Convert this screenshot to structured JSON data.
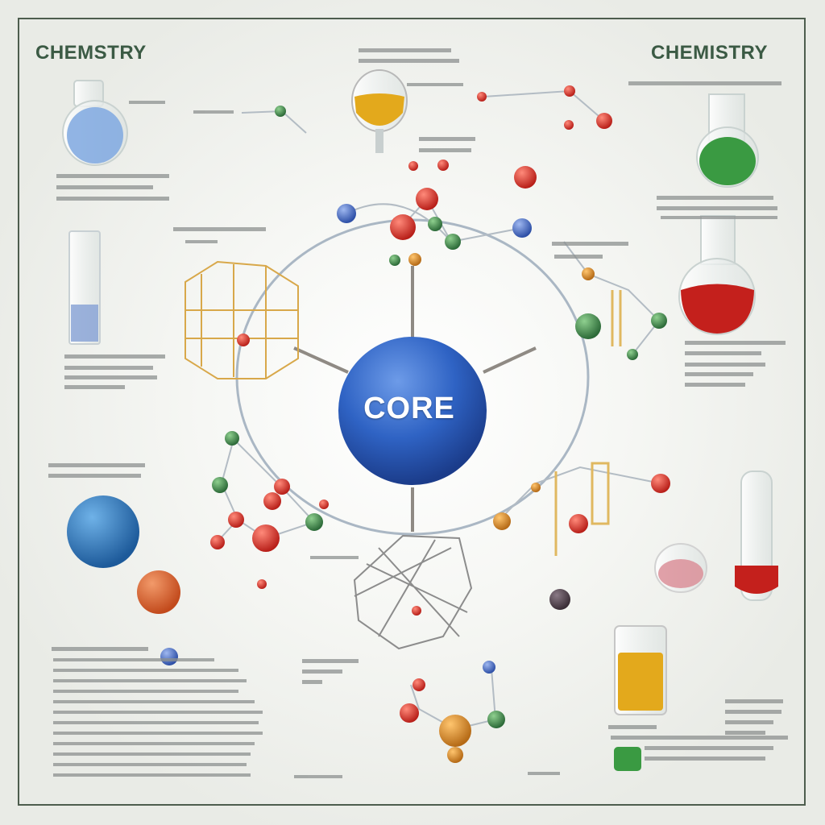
{
  "header": {
    "title_left": "CHEMSTRY",
    "title_right": "CHEMISTRY"
  },
  "center": {
    "label": "CORE",
    "sphere_color": "#2f63c4"
  },
  "colors": {
    "frame": "#4d5d4e",
    "title": "#3b5a44",
    "atom_red": "#d0352b",
    "atom_green": "#3f8a4a",
    "atom_blue": "#4667b8",
    "atom_orange": "#d58a2a",
    "liquid_yellow": "#e3a91c",
    "liquid_green": "#3a9a42",
    "liquid_red": "#c4201c",
    "liquid_blue": "#6fa0d8"
  },
  "icons": [
    "round-flask-icon",
    "test-tube-icon",
    "beaker-icon",
    "molecule-icon",
    "crystal-lattice-icon",
    "sphere-icon"
  ]
}
